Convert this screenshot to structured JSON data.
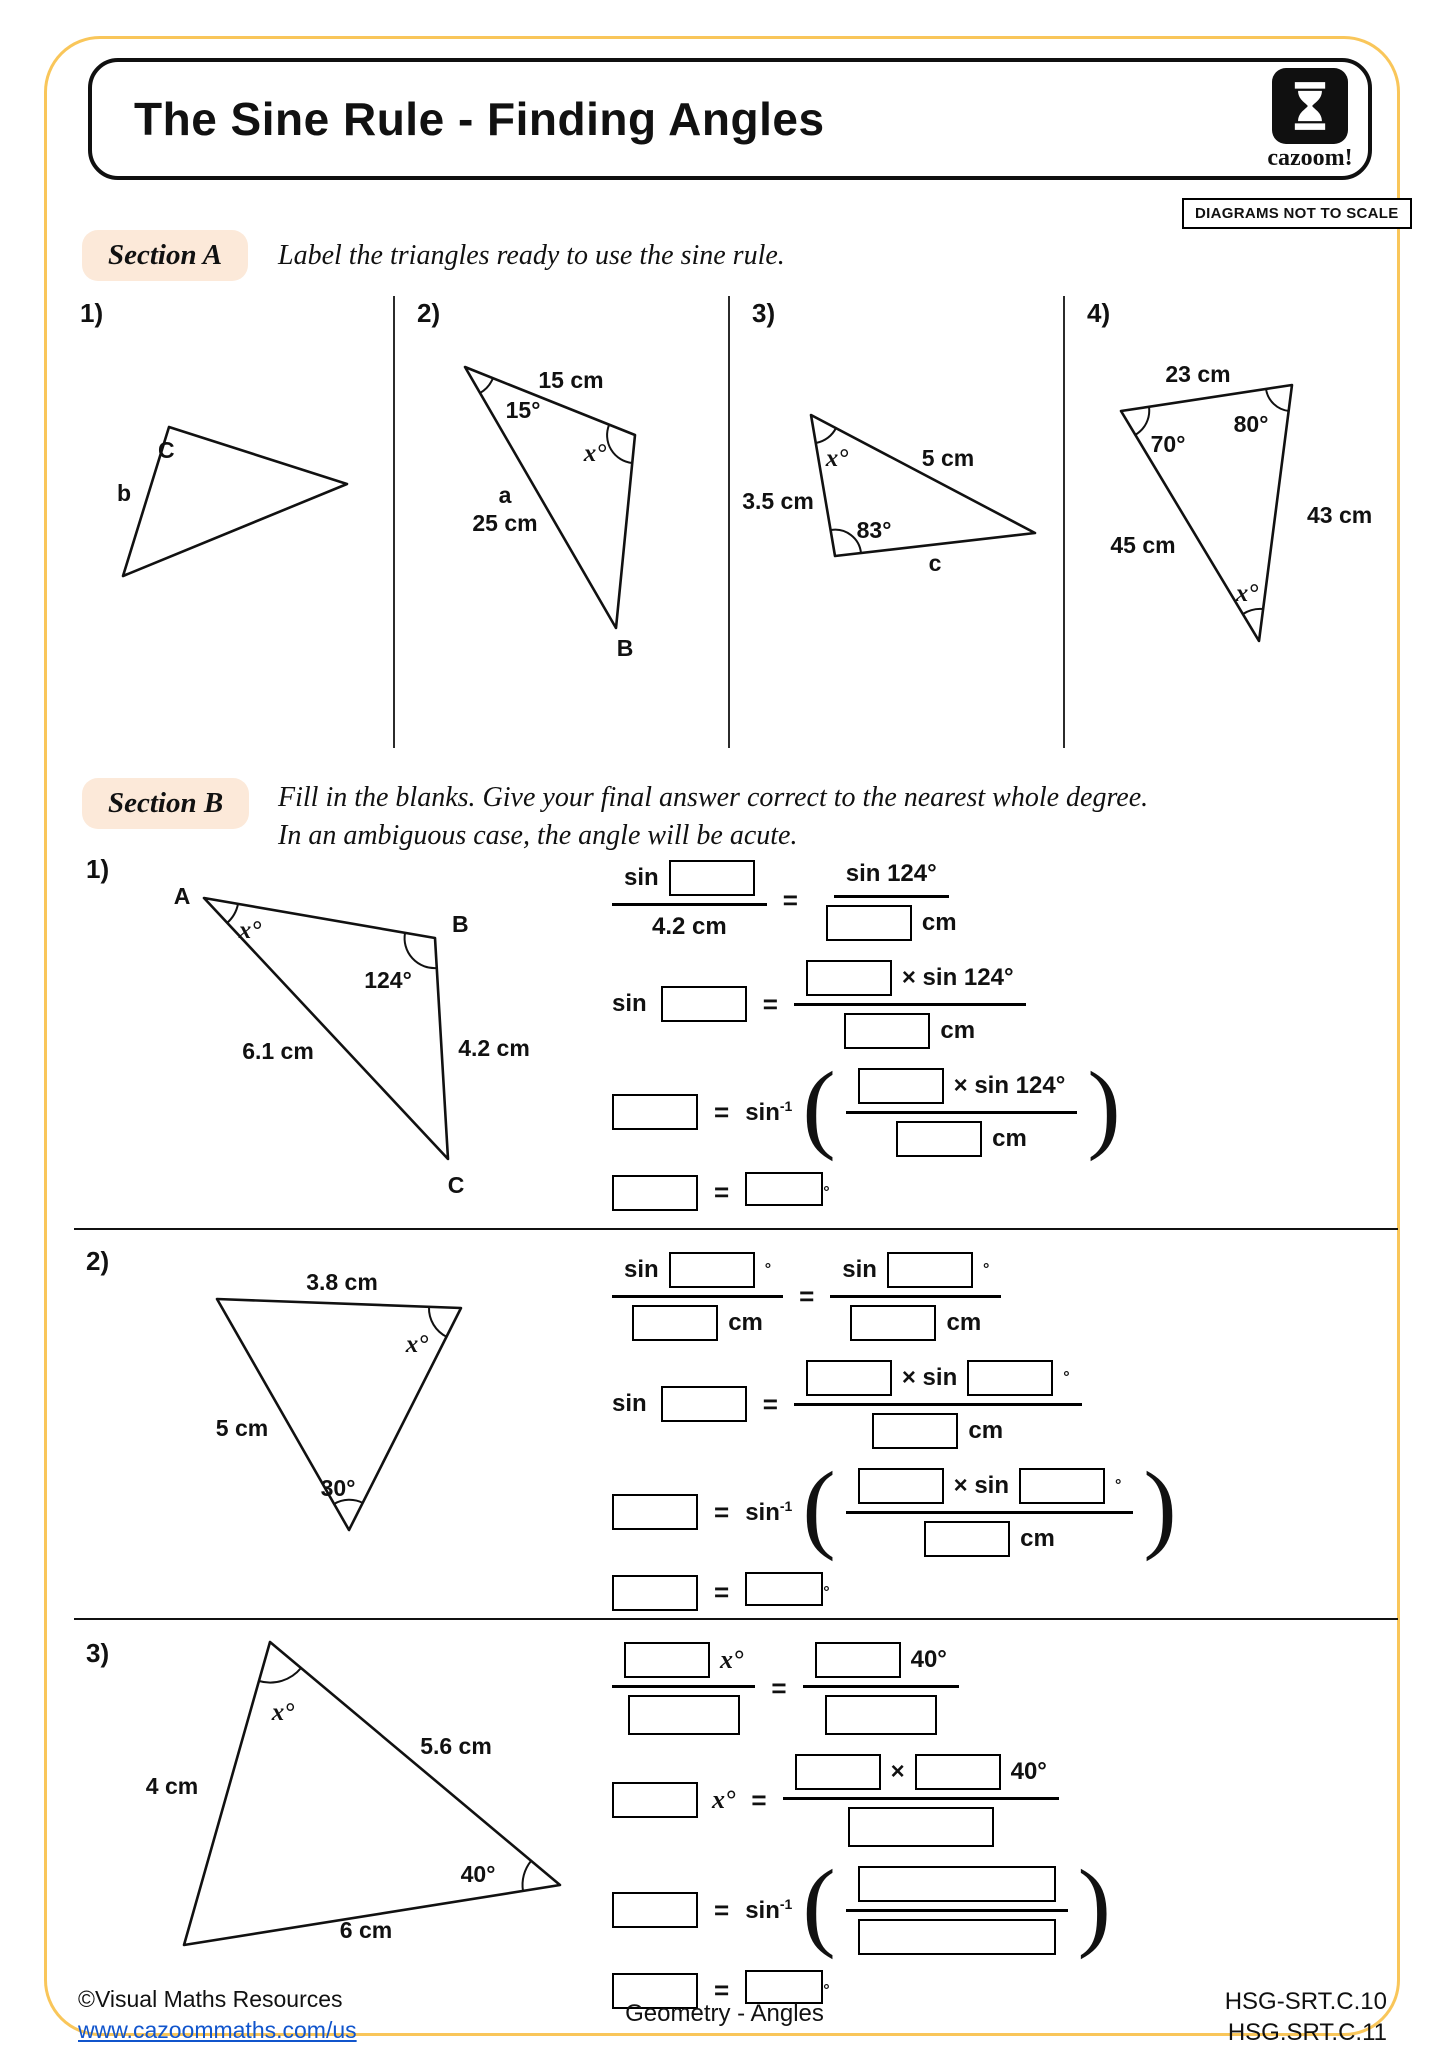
{
  "page": {
    "title": "The Sine Rule - Finding Angles",
    "logo_text": "cazoom!",
    "scale_badge": "DIAGRAMS NOT TO SCALE"
  },
  "tok": {
    "sin": "sin",
    "inv": "-1",
    "eq": "=",
    "cm": "cm",
    "deg": "°",
    "times": "×",
    "times_sin": "× sin",
    "lp": "(",
    "rp": ")",
    "x_deg": "x°"
  },
  "section_a": {
    "label": "Section A",
    "instruction": "Label the triangles ready to use the sine rule.",
    "p1": {
      "number": "1)",
      "vertex_c": "C",
      "side_b": "b"
    },
    "p2": {
      "number": "2)",
      "top": "15 cm",
      "angle_top": "15°",
      "angle_x": "x°",
      "side_name": "a",
      "side_len": "25 cm",
      "vertex_b": "B"
    },
    "p3": {
      "number": "3)",
      "angle_x": "x°",
      "top": "5 cm",
      "left": "3.5 cm",
      "angle_bottom": "83°",
      "side_c": "c"
    },
    "p4": {
      "number": "4)",
      "top": "23 cm",
      "angle_left": "70°",
      "angle_right": "80°",
      "right": "43 cm",
      "left": "45 cm",
      "angle_x": "x°"
    }
  },
  "section_b": {
    "label": "Section B",
    "instruction1": "Fill in the blanks. Give your final answer correct to the nearest whole degree.",
    "instruction2": "In an ambiguous case, the angle will be acute.",
    "p1": {
      "number": "1)",
      "tri": {
        "a": "A",
        "b": "B",
        "c": "C",
        "angle_x": "x°",
        "angle_b": "124°",
        "side_ac": "6.1 cm",
        "side_bc": "4.2 cm"
      },
      "den_given": "4.2 cm",
      "num_given": "sin 124°",
      "mult_sin": "× sin 124°"
    },
    "p2": {
      "number": "2)",
      "tri": {
        "top": "3.8 cm",
        "angle_x": "x°",
        "left": "5 cm",
        "angle_bottom": "30°"
      }
    },
    "p3": {
      "number": "3)",
      "tri": {
        "angle_x": "x°",
        "side_tr": "5.6 cm",
        "side_tl": "4 cm",
        "angle_r": "40°",
        "bottom": "6 cm"
      },
      "forty": "40°"
    }
  },
  "footer": {
    "copyright": "©Visual Maths Resources",
    "url": "www.cazoommaths.com/us",
    "center": "Geometry - Angles",
    "code1": "HSG-SRT.C.10",
    "code2": "HSG.SRT.C.11"
  }
}
